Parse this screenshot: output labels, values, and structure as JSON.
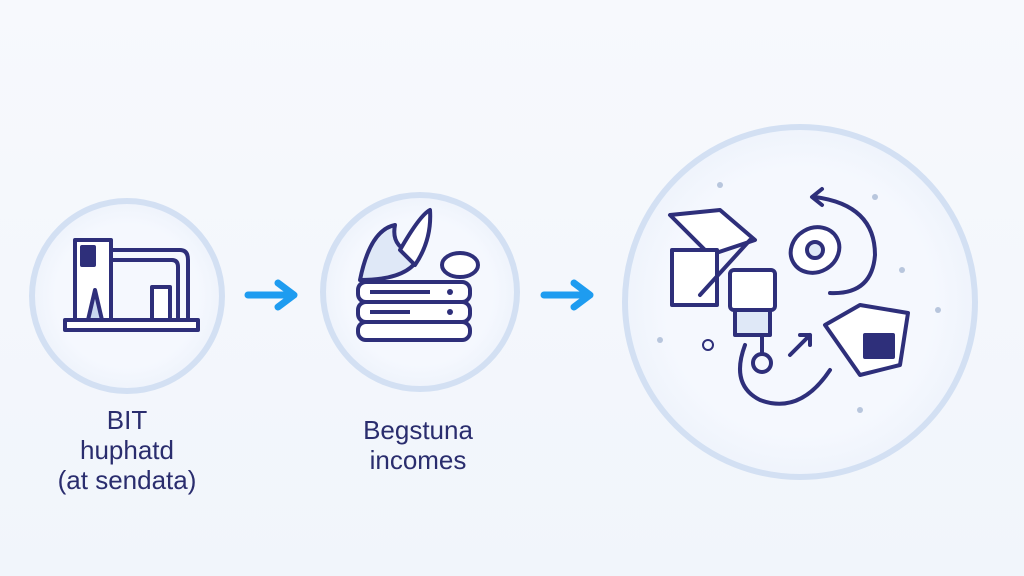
{
  "steps": [
    {
      "icon": "building-icon",
      "label_lines": [
        "BIT",
        "huphatd",
        "(at sendata)"
      ]
    },
    {
      "icon": "server-stack-icon",
      "label_lines": [
        "Begstuna",
        "incomes"
      ]
    },
    {
      "icon": "workflow-cycle-icon",
      "label_lines": []
    }
  ],
  "colors": {
    "outline": "#2e2f7a",
    "arrow": "#1e9cf0",
    "ring": "#d3e0f3"
  }
}
